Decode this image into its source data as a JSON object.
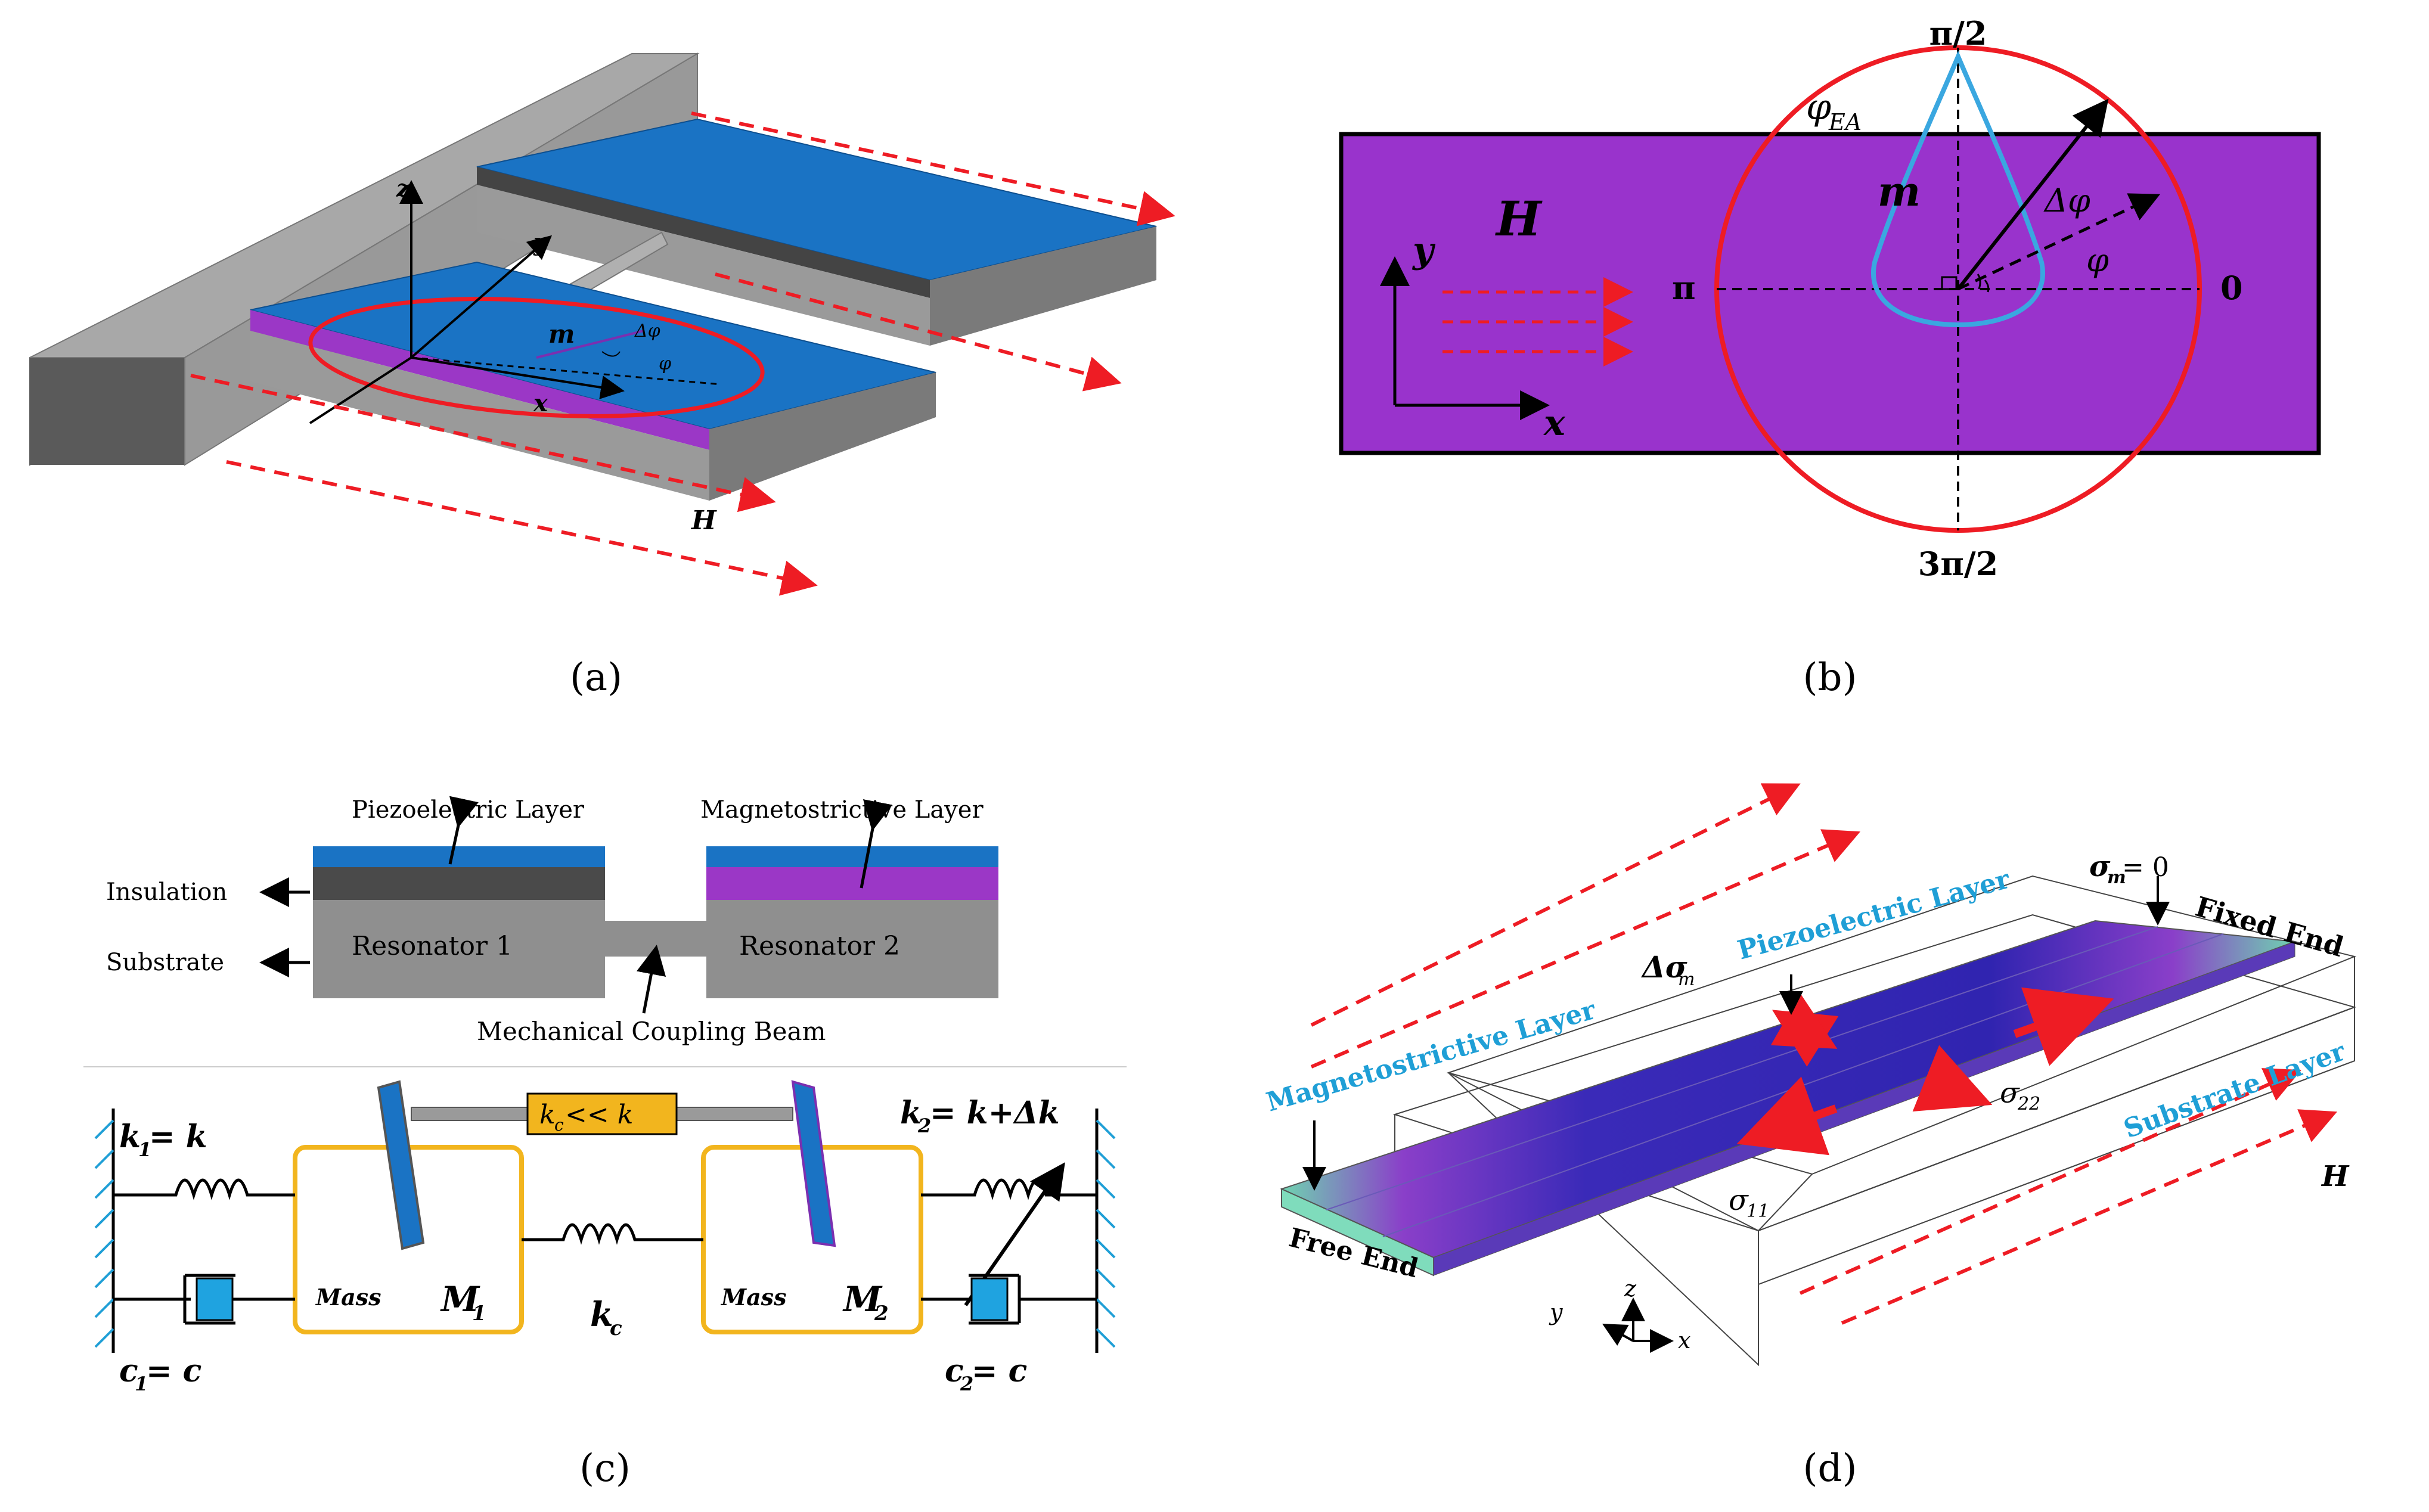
{
  "panels": {
    "a": {
      "caption": "(a)",
      "axes": {
        "z": "z",
        "y": "y",
        "x": "x"
      },
      "m": "m",
      "dphi": "Δφ",
      "phi": "φ",
      "H": "H"
    },
    "b": {
      "caption": "(b)",
      "top": "π/2",
      "bottom": "3π/2",
      "left": "π",
      "right": "0",
      "phi_ea": "φ",
      "phi_ea_sub": "EA",
      "m": "m",
      "dphi": "Δφ",
      "phi": "φ",
      "H": "H",
      "y": "y",
      "x": "x"
    },
    "c": {
      "caption": "(c)",
      "piezo": "Piezoelectric Layer",
      "magneto": "Magnetostrictive Layer",
      "insulation": "Insulation",
      "substrate": "Substrate",
      "res1": "Resonator 1",
      "res2": "Resonator 2",
      "coupling": "Mechanical Coupling Beam",
      "k1": "k",
      "k1_sub": "1",
      "k1_rhs": " = k",
      "k2": "k",
      "k2_sub": "2",
      "k2_rhs": " = k+Δk",
      "kc_box": "k",
      "kc_box_sub": "c",
      "kc_box_rhs": " << k",
      "kc": "k",
      "kc_sub": "c",
      "mass1": "Mass",
      "M1": "M",
      "M1_sub": "1",
      "mass2": "Mass",
      "M2": "M",
      "M2_sub": "2",
      "c1": "c",
      "c1_sub": "1",
      "c1_rhs": " = c",
      "c2": "c",
      "c2_sub": "2",
      "c2_rhs": " = c"
    },
    "d": {
      "caption": "(d)",
      "sigma_m0": "σ",
      "sigma_m0_sub": "m",
      "sigma_m0_rhs": "= 0",
      "fixed_end": "Fixed End",
      "piezo": "Piezoelectric Layer",
      "dsigma": "Δσ",
      "dsigma_sub": "m",
      "magneto": "Magnetostrictive Layer",
      "sigma22": "σ",
      "sigma22_sub": "22",
      "substrate": "Substrate Layer",
      "H": "H",
      "sigma11": "σ",
      "sigma11_sub": "11",
      "free_end": "Free End",
      "y": "y",
      "z": "z",
      "x": "x"
    }
  },
  "colors": {
    "blue": "#1a73c4",
    "purple": "#9b37c6",
    "red": "#ee1c24",
    "gray": "#8c8c8c",
    "gold": "#f2b51e",
    "cyan_text": "#1f9fd6"
  }
}
